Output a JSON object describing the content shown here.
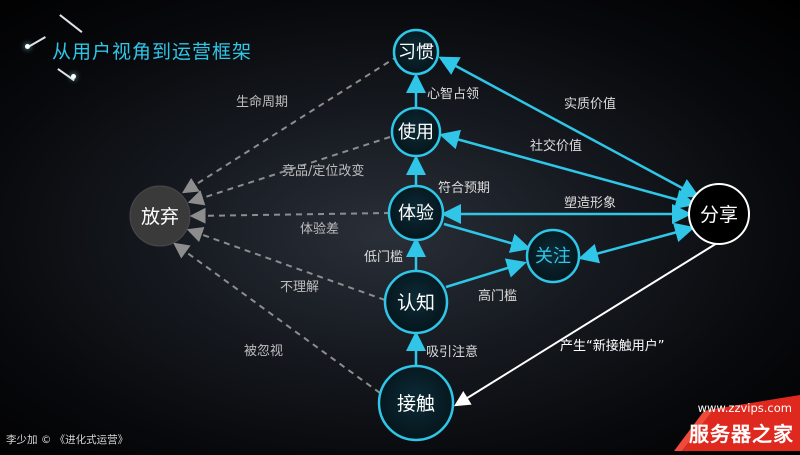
{
  "title": "从用户视角到运营框架",
  "credit": "李少加 © 《进化式运营》",
  "watermark": {
    "url": "www.zzvips.com",
    "brand": "服务器之家"
  },
  "colors": {
    "accent": "#2fc6e8",
    "dash": "#8d8d8d",
    "white": "#ffffff",
    "watermark": "#e0291e"
  },
  "nodes": {
    "habit": "习惯",
    "use": "使用",
    "experience": "体验",
    "cognition": "认知",
    "contact": "接触",
    "follow": "关注",
    "abandon": "放弃",
    "share": "分享"
  },
  "edge_labels": {
    "mind_share": "心智占领",
    "meets_expectation": "符合预期",
    "low_barrier": "低门槛",
    "attract_attention": "吸引注意",
    "high_barrier": "高门槛",
    "real_value": "实质价值",
    "social_value": "社交价值",
    "build_image": "塑造形象",
    "new_users": "产生“新接触用户”",
    "lifecycle": "生命周期",
    "competitor_change": "竞品/定位改变",
    "bad_experience": "体验差",
    "not_understand": "不理解",
    "ignored": "被忽视"
  }
}
